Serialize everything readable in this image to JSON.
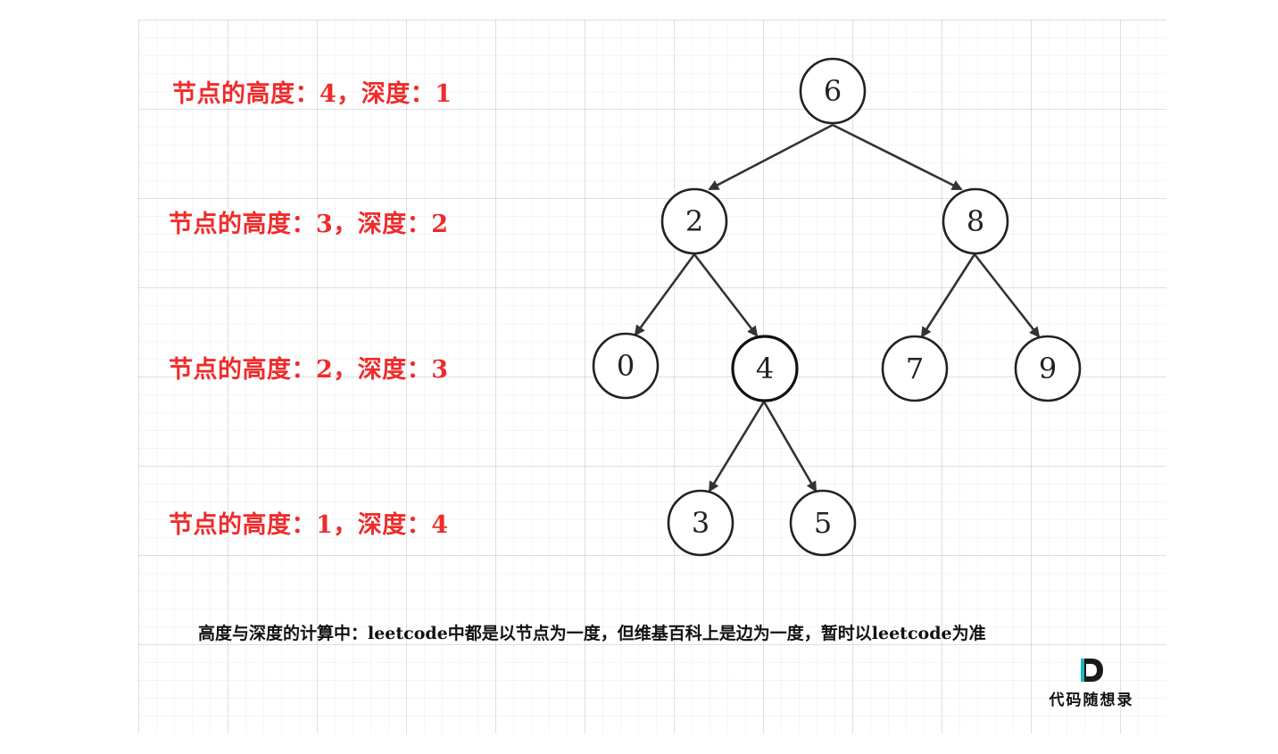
{
  "level_labels": [
    "节点的高度：4，深度：1",
    "节点的高度：3，深度：2",
    "节点的高度：2，深度：3",
    "节点的高度：1，深度：4"
  ],
  "tree": {
    "nodes": [
      {
        "id": "n6",
        "label": "6"
      },
      {
        "id": "n2",
        "label": "2"
      },
      {
        "id": "n8",
        "label": "8"
      },
      {
        "id": "n0",
        "label": "0"
      },
      {
        "id": "n4",
        "label": "4"
      },
      {
        "id": "n7",
        "label": "7"
      },
      {
        "id": "n9",
        "label": "9"
      },
      {
        "id": "n3",
        "label": "3"
      },
      {
        "id": "n5",
        "label": "5"
      }
    ],
    "edges": [
      {
        "from": "6",
        "to": "2"
      },
      {
        "from": "6",
        "to": "8"
      },
      {
        "from": "2",
        "to": "0"
      },
      {
        "from": "2",
        "to": "4"
      },
      {
        "from": "8",
        "to": "7"
      },
      {
        "from": "8",
        "to": "9"
      },
      {
        "from": "4",
        "to": "3"
      },
      {
        "from": "4",
        "to": "5"
      }
    ]
  },
  "note": "高度与深度的计算中：leetcode中都是以节点为一度，但维基百科上是边为一度，暂时以leetcode为准",
  "logo": {
    "text": "代码随想录",
    "icon": "letter-d-logo-icon"
  },
  "colors": {
    "label_red": "#ef2b2b",
    "node_stroke": "#222222",
    "edge": "#333333"
  }
}
